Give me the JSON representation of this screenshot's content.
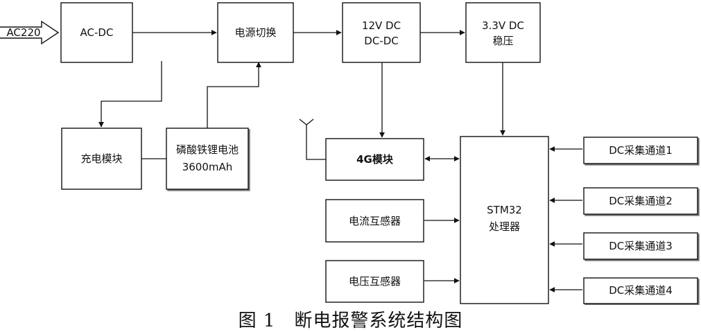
{
  "input": {
    "label": "AC220"
  },
  "blocks": {
    "ac_dc": {
      "label": "AC-DC"
    },
    "power_switch": {
      "label": "电源切换"
    },
    "dc12": {
      "line1": "12V DC",
      "line2": "DC-DC"
    },
    "reg33": {
      "line1": "3.3V DC",
      "line2": "稳压"
    },
    "charge": {
      "label": "充电模块"
    },
    "battery": {
      "line1": "磷酸铁锂电池",
      "line2": "3600mAh"
    },
    "module4g": {
      "label": "4G模块"
    },
    "current_sensor": {
      "label": "电流互感器"
    },
    "voltage_sensor": {
      "label": "电压互感器"
    },
    "stm32": {
      "line1": "STM32",
      "line2": "处理器"
    },
    "ch1": {
      "label": "DC采集通道1"
    },
    "ch2": {
      "label": "DC采集通道2"
    },
    "ch3": {
      "label": "DC采集通道3"
    },
    "ch4": {
      "label": "DC采集通道4"
    }
  },
  "caption": "图 1　断电报警系统结构图"
}
